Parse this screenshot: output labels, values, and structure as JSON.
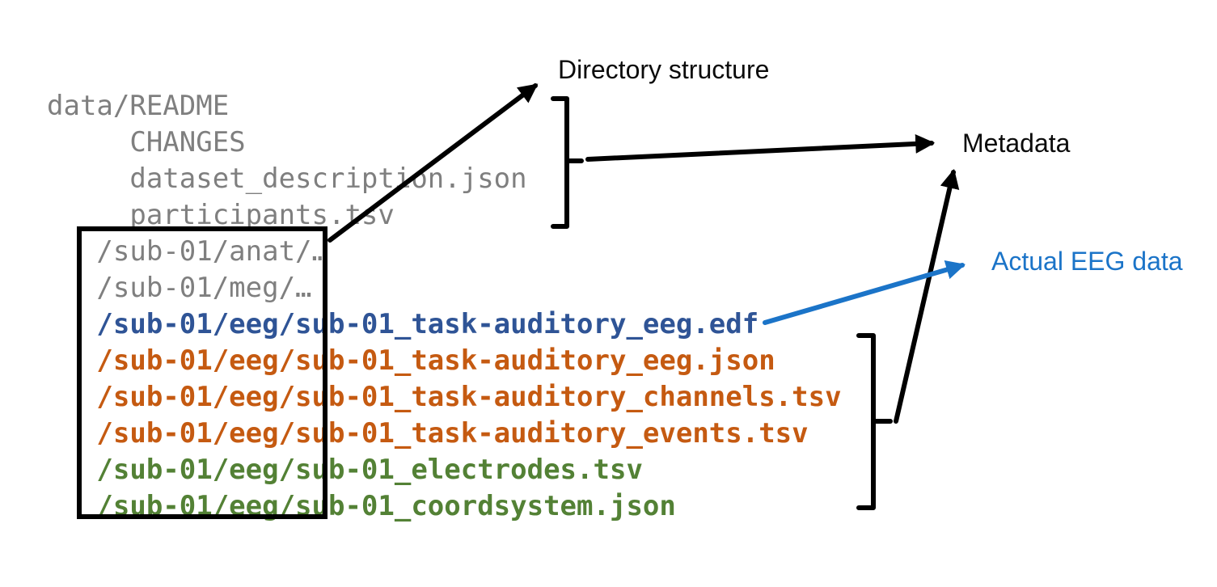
{
  "colors": {
    "gray": "#7F7F7F",
    "file_blue": "#2F5496",
    "file_orange": "#C55A11",
    "file_green": "#538135",
    "accent_blue": "#1B74C8",
    "black": "#000000"
  },
  "file_listing": {
    "lines": [
      {
        "text": "data/README",
        "color": "gray",
        "indent": 0,
        "bold": false
      },
      {
        "text": "CHANGES",
        "color": "gray",
        "indent": 5,
        "bold": false
      },
      {
        "text": "dataset_description.json",
        "color": "gray",
        "indent": 5,
        "bold": false
      },
      {
        "text": "participants.tsv",
        "color": "gray",
        "indent": 5,
        "bold": false
      },
      {
        "text": "/sub-01/anat/…",
        "color": "gray",
        "indent": 3,
        "bold": false
      },
      {
        "text": "/sub-01/meg/…",
        "color": "gray",
        "indent": 3,
        "bold": false
      },
      {
        "text": "/sub-01/eeg/sub-01_task-auditory_eeg.edf",
        "color": "file_blue",
        "indent": 3,
        "bold": true
      },
      {
        "text": "/sub-01/eeg/sub-01_task-auditory_eeg.json",
        "color": "file_orange",
        "indent": 3,
        "bold": true
      },
      {
        "text": "/sub-01/eeg/sub-01_task-auditory_channels.tsv",
        "color": "file_orange",
        "indent": 3,
        "bold": true
      },
      {
        "text": "/sub-01/eeg/sub-01_task-auditory_events.tsv",
        "color": "file_orange",
        "indent": 3,
        "bold": true
      },
      {
        "text": "/sub-01/eeg/sub-01_electrodes.tsv",
        "color": "file_green",
        "indent": 3,
        "bold": true
      },
      {
        "text": "/sub-01/eeg/sub-01_coordsystem.json",
        "color": "file_green",
        "indent": 3,
        "bold": true
      }
    ]
  },
  "annotations": {
    "directory_structure": "Directory structure",
    "metadata": "Metadata",
    "actual_eeg_data": "Actual EEG data"
  }
}
